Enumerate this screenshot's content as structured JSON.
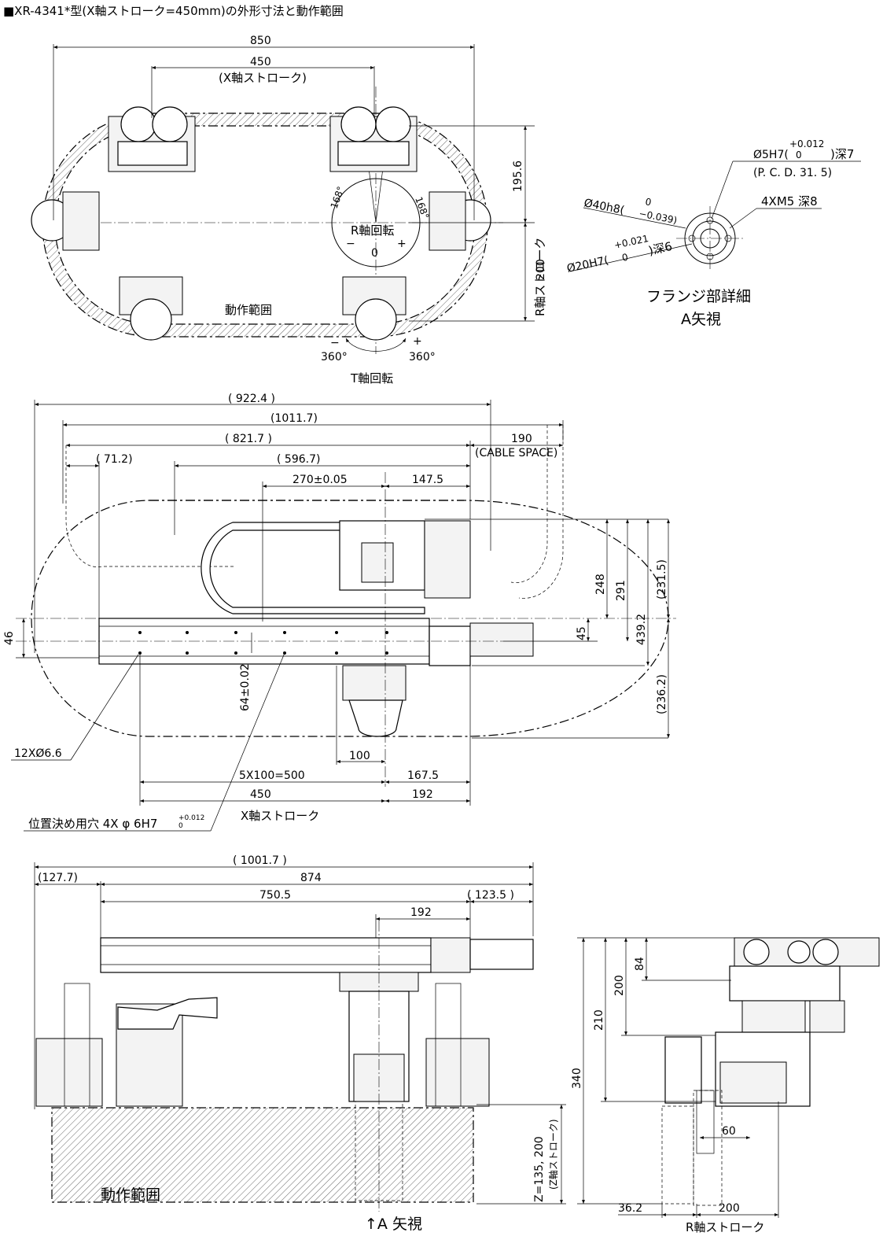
{
  "title": "■XR-4341*型(X軸ストローク=450mm)の外形寸法と動作範囲",
  "top_view": {
    "dims": {
      "w850": "850",
      "w450": "450",
      "x_stroke_paren": "(X軸ストローク)",
      "h195": "195.6",
      "h200": "200",
      "r_stroke": "R軸ストローク",
      "a168_left": "168°",
      "a168_right": "168°",
      "r_rot": "R軸回転",
      "minus": "−",
      "plus": "+",
      "zero": "0",
      "t_minus": "−",
      "t_plus": "+",
      "t360l": "360°",
      "t360r": "360°",
      "t_rot": "T軸回転",
      "motion_range": "動作範囲"
    }
  },
  "flange": {
    "hole_dim": "Ø5H7(",
    "hole_tol_up": "+0.012",
    "hole_tol_low": "0",
    "hole_depth": ")深7",
    "pcd": "(P. C. D. 31. 5)",
    "outer_dim": "Ø40h8(",
    "outer_tol_up": "0",
    "outer_tol_low": "−0.039)",
    "tap": "4XM5 深8",
    "inner_dim": "Ø20H7(",
    "inner_tol_up": "+0.021",
    "inner_tol_low": "0",
    "inner_depth": ")深6",
    "label1": "フランジ部詳細",
    "label2": "A矢視"
  },
  "front_view": {
    "d922": "( 922.4 )",
    "d1011": "(1011.7)",
    "d821": "( 821.7 )",
    "d190": "190",
    "cable": "(CABLE  SPACE)",
    "d71": "( 71.2)",
    "d596": "( 596.7)",
    "d270": "270±0.05",
    "d147": "147.5",
    "d248": "248",
    "d291": "291",
    "d231": "(231.5)",
    "d45": "45",
    "d439": "439.2",
    "d236": "(236.2)",
    "d46": "46",
    "d64": "64±0.02",
    "holes": "12XØ6.6",
    "d100": "100",
    "d5x100": "5X100=500",
    "d167": "167.5",
    "d450": "450",
    "d192": "192",
    "x_stroke": "X軸ストローク",
    "pos_hole": "位置決め用穴 4X φ 6H7",
    "pos_tol_up": "+0.012",
    "pos_tol_low": "0"
  },
  "side_view": {
    "d1001": "( 1001.7 )",
    "d127": "(127.7)",
    "d874": "874",
    "d750": "750.5",
    "d123": "( 123.5 )",
    "d192": "192",
    "z_label": "Z=135, 200",
    "z_sub": "(Z軸ストローク)",
    "motion_range": "動作範囲",
    "arrow_a": "↑A 矢視"
  },
  "end_view": {
    "d340": "340",
    "d210": "210",
    "d200": "200",
    "d84": "84",
    "d60": "60",
    "d36": "36.2",
    "d200b": "200",
    "r_stroke": "R軸ストローク"
  }
}
